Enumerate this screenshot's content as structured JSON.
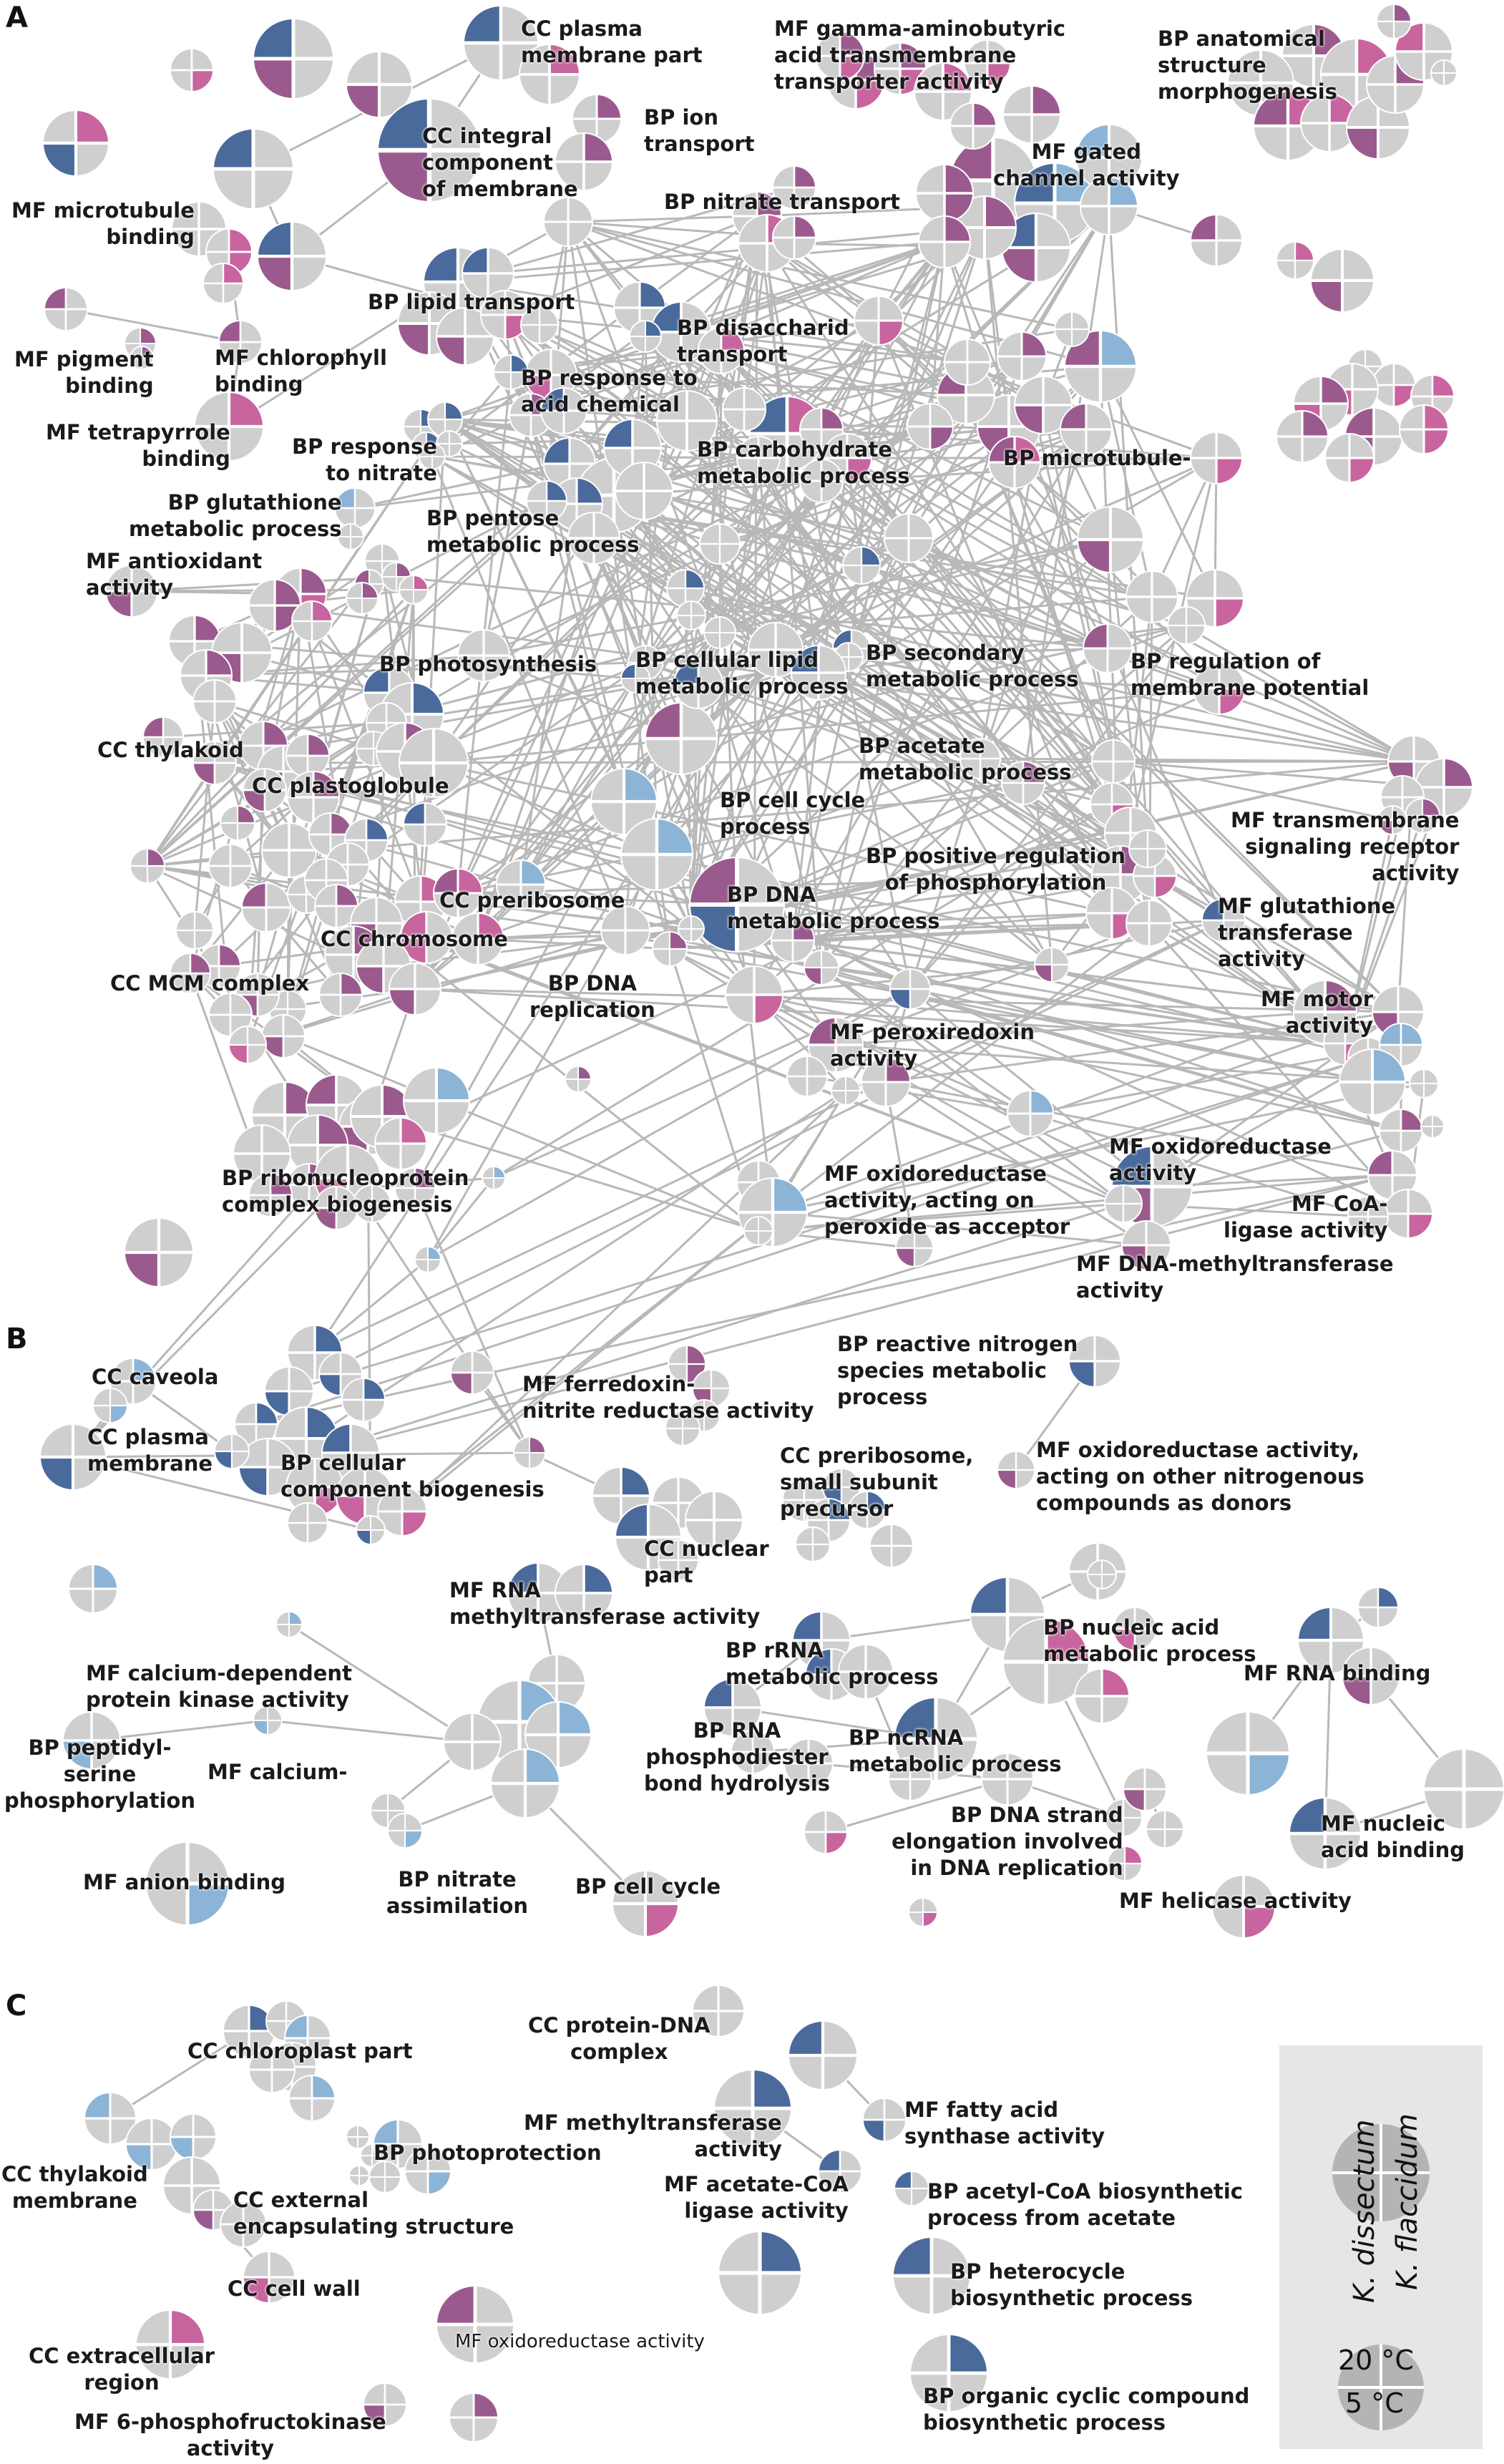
{
  "panels": {
    "a": "A",
    "b": "B",
    "c": "C"
  },
  "colors": {
    "purple": "#9b5a8e",
    "pink": "#c8649e",
    "darkblue": "#4a6a9c",
    "lightblue": "#8cb4d6",
    "gray": "#cfcfcf",
    "edge": "#b8b8b8"
  },
  "legend": {
    "species_top": "K. dissectum",
    "species_bottom": "K. flaccidum",
    "temp_high": "20 °C",
    "temp_low": "5 °C"
  },
  "labels_a": {
    "cc_plasma_membrane_part": "CC plasma\nmembrane part",
    "mf_gaba": "MF gamma‑aminobutyric\nacid transmembrane\ntransporter activity",
    "bp_anatomical": "BP anatomical\nstructure\nmorphogenesis",
    "cc_integral": "CC integral\ncomponent\nof membrane",
    "bp_ion_transport": "BP ion\ntransport",
    "mf_gated": "MF gated\nchannel activity",
    "mf_microtubule_binding": "MF microtubule\nbinding",
    "bp_nitrate_transport": "BP nitrate transport",
    "bp_lipid_transport": "BP lipid transport",
    "bp_disaccharide": "BP disaccharid\ntransport",
    "mf_pigment": "MF pigment\nbinding",
    "mf_chlorophyll": "MF chlorophyll\nbinding",
    "bp_response_acid": "BP response to\nacid chemical",
    "mf_tetrapyrrole": "MF tetrapyrrole\nbinding",
    "bp_response_nitrate": "BP response\nto nitrate",
    "bp_carbohydrate": "BP carbohydrate\nmetabolic process",
    "bp_microtubule": "BP microtubule‑",
    "bp_glutathione": "BP glutathione\nmetabolic process",
    "bp_pentose": "BP pentose\nmetabolic process",
    "mf_antioxidant": "MF antioxidant\nactivity",
    "bp_photosynthesis": "BP photosynthesis",
    "bp_cellular_lipid": "BP cellular lipid\nmetabolic process",
    "bp_secondary": "BP secondary\nmetabolic process",
    "bp_regulation_membrane": "BP regulation of\nmembrane potential",
    "cc_thylakoid": "CC thylakoid",
    "bp_acetate": "BP acetate\nmetabolic process",
    "cc_plastoglobule": "CC plastoglobule",
    "bp_cell_cycle": "BP cell cycle\nprocess",
    "mf_transmembrane_receptor": "MF transmembrane\nsignaling receptor\nactivity",
    "bp_positive_regulation": "BP positive regulation\nof phosphorylation",
    "cc_preribosome": "CC preribosome",
    "bp_dna_metabolic": "BP DNA\nmetabolic process",
    "mf_glutathione_transferase": "MF glutathione\ntransferase\nactivity",
    "cc_chromosome": "CC chromosome",
    "cc_mcm": "CC MCM complex",
    "bp_dna_replication": "BP DNA\nreplication",
    "mf_motor": "MF motor\nactivity",
    "mf_peroxiredoxin": "MF peroxiredoxin\nactivity",
    "mf_oxidoreductase_a": "MF oxidoreductase\nactivity",
    "bp_ribonucleoprotein": "BP ribonucleoprotein\ncomplex biogenesis",
    "mf_oxidoreductase_peroxide": "MF oxidoreductase\nactivity, acting on\nperoxide as acceptor",
    "mf_coa_ligase": "MF CoA‑\nligase activity",
    "mf_dna_methyltransferase": "MF DNA‑methyltransferase\nactivity"
  },
  "labels_b": {
    "cc_caveola": "CC caveola",
    "bp_reactive_nitrogen": "BP reactive nitrogen\nspecies metabolic\nprocess",
    "mf_ferredoxin": "MF ferredoxin‑\nnitrite reductase activity",
    "cc_plasma_membrane": "CC plasma\nmembrane",
    "bp_cellular_component": "BP cellular\ncomponent biogenesis",
    "mf_oxidoreductase_nitrogenous": "MF oxidoreductase activity,\nacting on other nitrogenous\ncompounds as donors",
    "cc_preribosome_small": "CC preribosome,\nsmall subunit\nprecursor",
    "cc_nuclear_part": "CC nuclear\npart",
    "mf_rna_methyltransferase": "MF RNA\nmethyltransferase activity",
    "bp_nucleic_acid": "BP nucleic acid\nmetabolic process",
    "bp_rrna": "BP rRNA\nmetabolic process",
    "mf_calcium_dependent": "MF calcium‑dependent\nprotein kinase activity",
    "mf_rna_binding": "MF RNA binding",
    "bp_peptidyl": "BP peptidyl‑\nserine\nphosphorylation",
    "mf_calcium": "MF calcium‑",
    "bp_rna_phosphodiester": "BP RNA\nphosphodiester\nbond hydrolysis",
    "bp_ncrna": "BP ncRNA\nmetabolic process",
    "mf_nucleic_acid_binding": "MF nucleic\nacid binding",
    "bp_dna_strand": "BP DNA strand\nelongation involved\nin DNA replication",
    "mf_anion_binding": "MF anion binding",
    "bp_nitrate_assimilation": "BP nitrate\nassimilation",
    "bp_cell_cycle_b": "BP cell cycle",
    "mf_helicase": "MF helicase activity"
  },
  "labels_c": {
    "cc_chloroplast_part": "CC chloroplast part",
    "cc_protein_dna": "CC protein‑DNA\ncomplex",
    "mf_methyltransferase": "MF methyltransferase\nactivity",
    "mf_fatty_acid": "MF fatty acid\nsynthase activity",
    "cc_thylakoid_membrane": "CC thylakoid\nmembrane",
    "bp_photoprotection": "BP photoprotection",
    "mf_acetate_coa": "MF acetate‑CoA\nligase activity",
    "bp_acetyl_coa": "BP acetyl‑CoA biosynthetic\nprocess from acetate",
    "cc_external": "CC external\nencapsulating structure",
    "cc_cell_wall": "CC cell wall",
    "bp_heterocycle": "BP heterocycle\nbiosynthetic process",
    "cc_extracellular": "CC extracellular\nregion",
    "mf_oxidoreductase_c": "MF oxidoreductase activity",
    "mf_6_phosphofructokinase": "MF 6‑phosphofructokinase\nactivity",
    "bp_organic_cyclic": "BP organic cyclic compound\nbiosynthetic process"
  }
}
